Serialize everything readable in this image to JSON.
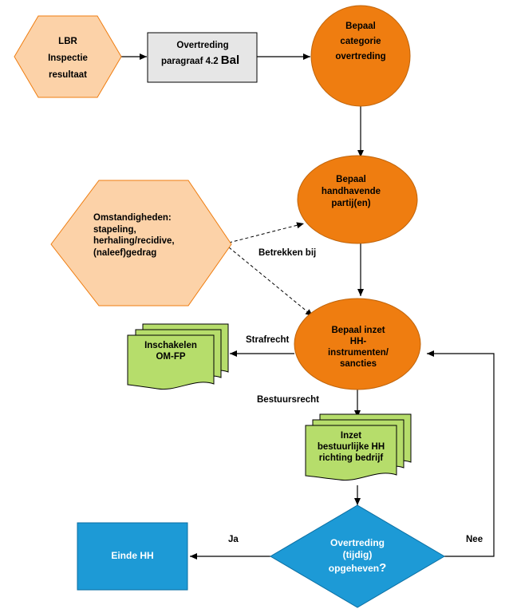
{
  "nodes": {
    "lbr": [
      "LBR",
      "Inspectie",
      "resultaat"
    ],
    "overtreding_box": {
      "line1": "Overtreding",
      "line2a": "paragraaf 4.2 ",
      "line2b": "Bal"
    },
    "bepaal_categorie": [
      "Bepaal",
      "categorie",
      "overtreding"
    ],
    "bepaal_partij": [
      "Bepaal",
      "handhavende",
      "partij(en)"
    ],
    "omstandigheden": [
      "Omstandigheden:",
      "stapeling,",
      "herhaling/recidive,",
      "(naleef)gedrag"
    ],
    "bepaal_inzet": [
      "Bepaal inzet",
      "HH-",
      "instrumenten/",
      "sancties"
    ],
    "inschakelen": [
      "Inschakelen",
      "OM-FP"
    ],
    "inzet_bestuurlijke": [
      "Inzet",
      "bestuurlijke HH",
      "richting bedrijf"
    ],
    "decision": {
      "line1": "Overtreding",
      "line2": "(tijdig)",
      "line3a": "opgeheven",
      "line3b": "?"
    },
    "einde": "Einde HH"
  },
  "edge_labels": {
    "betrekken": "Betrekken bij",
    "strafrecht": "Strafrecht",
    "bestuursrecht": "Bestuursrecht",
    "ja": "Ja",
    "nee": "Nee"
  },
  "colors": {
    "peach": "#fcd2a8",
    "orange": "#ef7d10",
    "gray_box": "#e6e6e6",
    "green_doc": "#b6dd6b",
    "blue": "#1d9ad6"
  }
}
